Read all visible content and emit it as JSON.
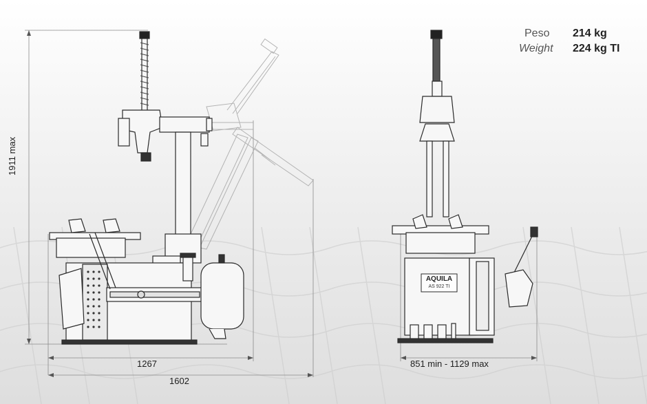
{
  "specs": {
    "weight_label_it": "Peso",
    "weight_label_en": "Weight",
    "weight_value": "214 kg",
    "weight_value_ti": "224 kg TI"
  },
  "dimensions": {
    "height": "1911 max",
    "width_base": "1267",
    "width_total": "1602",
    "depth": "851 min - 1129 max"
  },
  "nameplate": {
    "brand": "AQUILA",
    "model": "AS 922 TI"
  },
  "colors": {
    "background": "#ececec",
    "machine_fill": "#f7f7f7",
    "machine_stroke": "#2a2a2a",
    "ghost_stroke": "#9a9a9a"
  }
}
